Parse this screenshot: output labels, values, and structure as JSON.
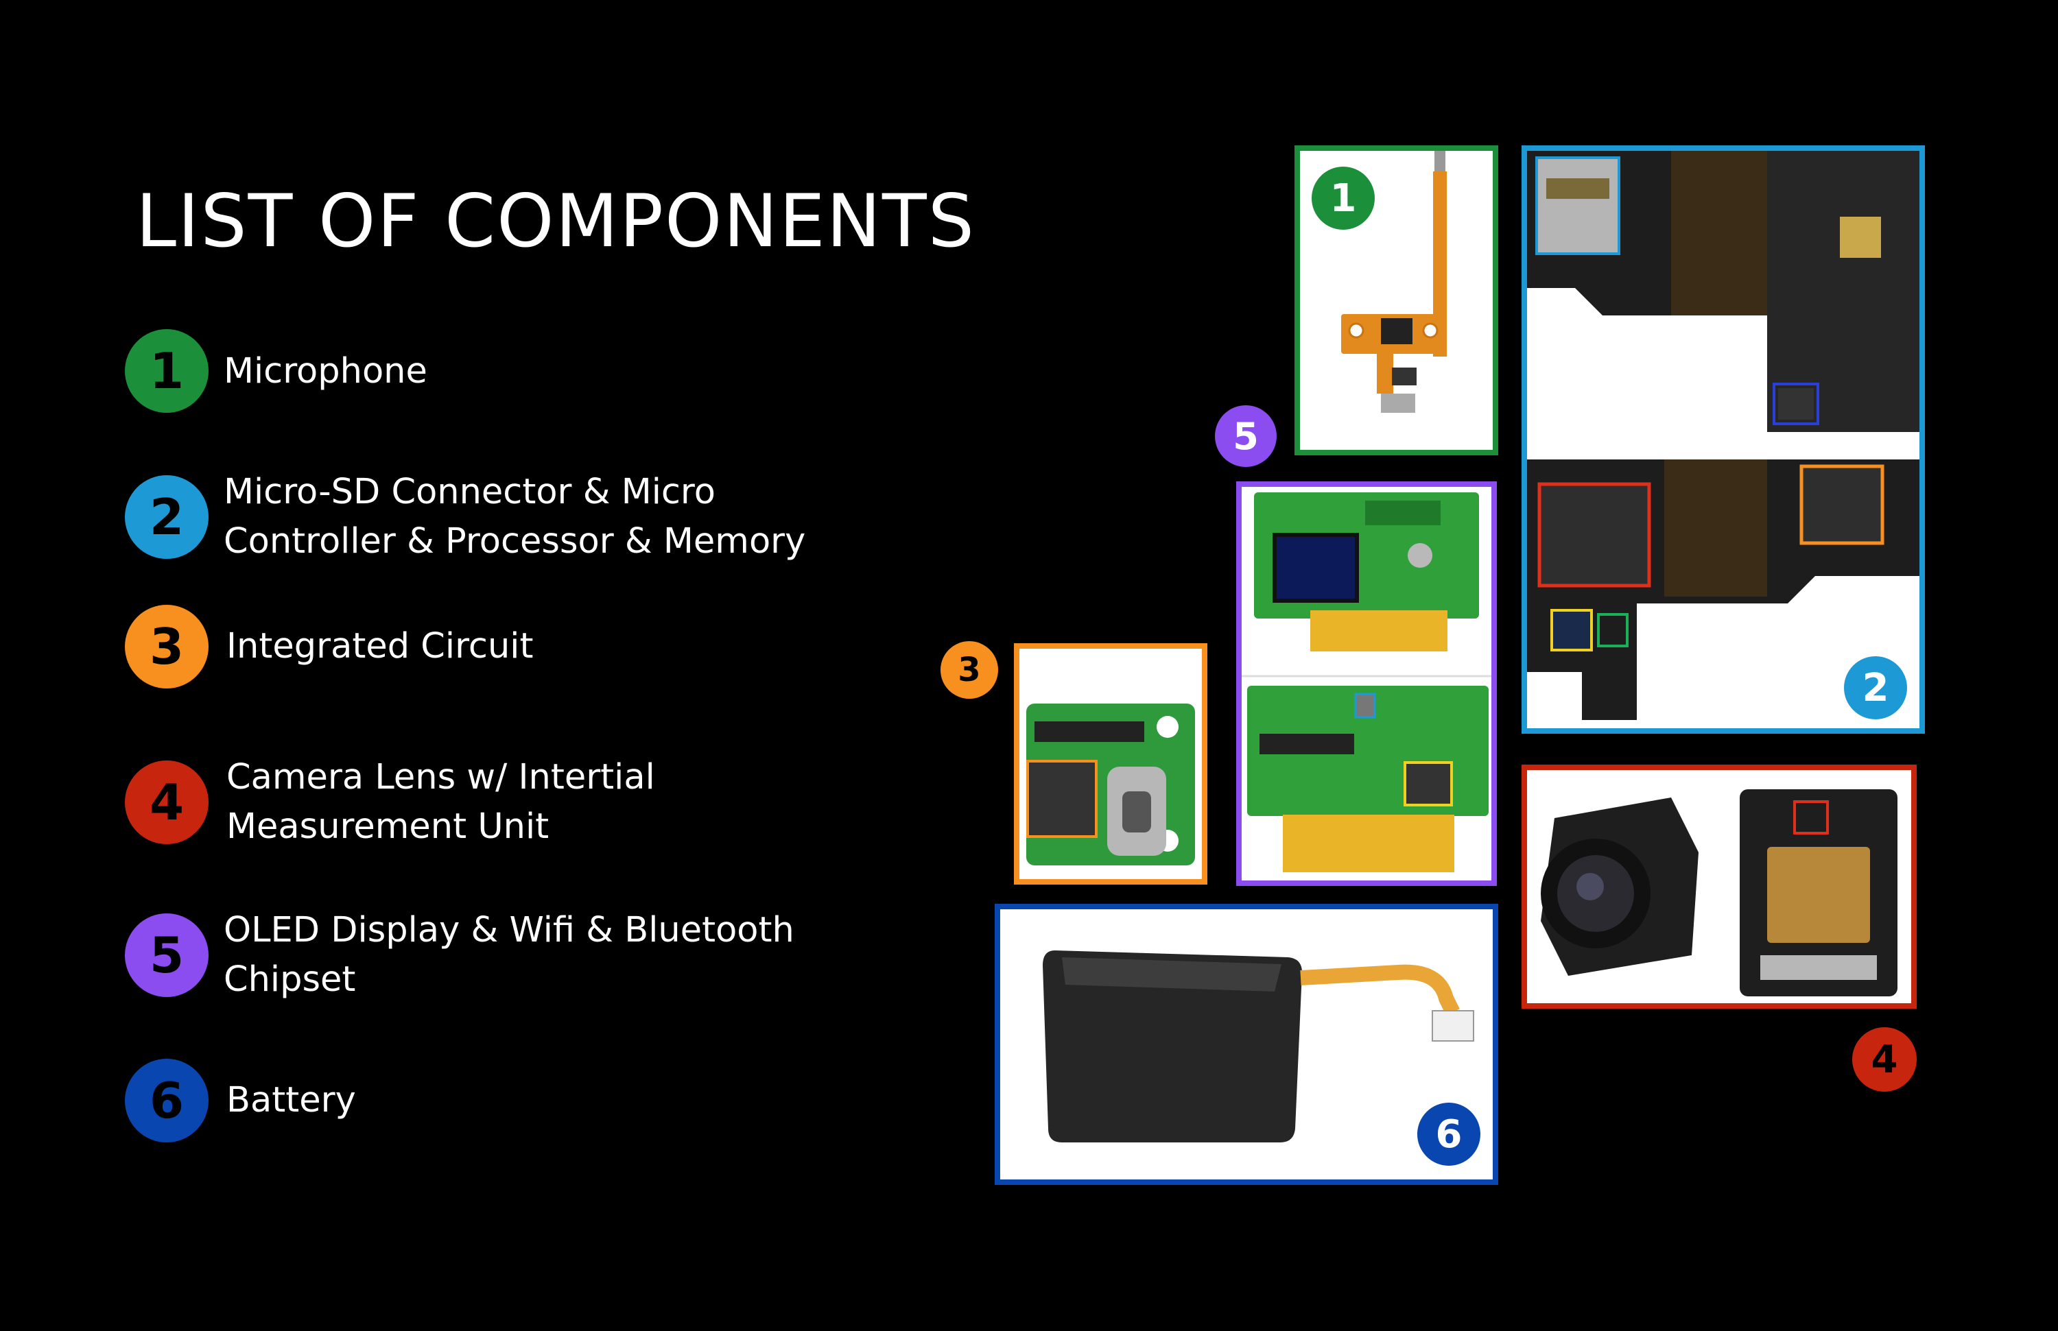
{
  "title": "LIST OF COMPONENTS",
  "colors": {
    "c1": "#1b8f3a",
    "c2": "#1d9ad6",
    "c3": "#f7901e",
    "c4": "#c8250f",
    "c5": "#8b4cf0",
    "c6": "#0a46b0"
  },
  "legend": [
    {
      "number": "1",
      "lines": [
        "Microphone"
      ]
    },
    {
      "number": "2",
      "lines": [
        "Micro-SD Connector & Micro",
        "Controller & Processor & Memory"
      ]
    },
    {
      "number": "3",
      "lines": [
        "Integrated Circuit"
      ]
    },
    {
      "number": "4",
      "lines": [
        "Camera Lens w/ Intertial",
        "Measurement Unit"
      ]
    },
    {
      "number": "5",
      "lines": [
        "OLED Display & Wifi & Bluetooth",
        "Chipset"
      ]
    },
    {
      "number": "6",
      "lines": [
        "Battery"
      ]
    }
  ],
  "badges": {
    "b1": "1",
    "b2": "2",
    "b3": "3",
    "b4": "4",
    "b5": "5",
    "b6": "6"
  }
}
